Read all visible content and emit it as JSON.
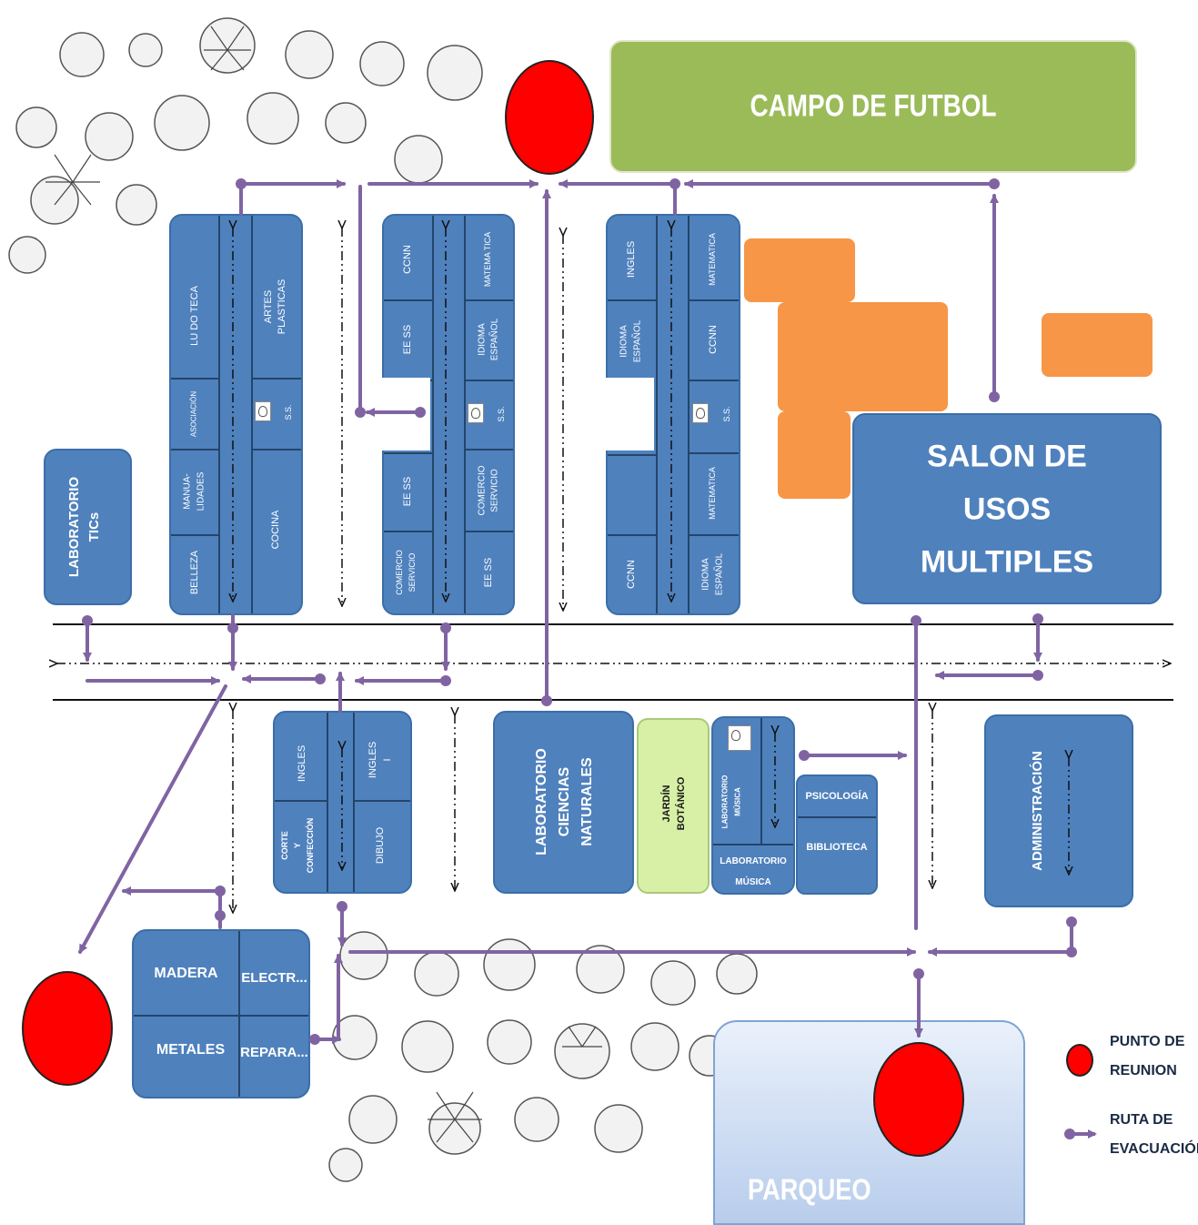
{
  "campo": "CAMPO DE FUTBOL",
  "salon": [
    "SALON DE",
    "USOS",
    "MULTIPLES"
  ],
  "parqueo": "PARQUEO",
  "lab_tics": [
    "LABORATORIO",
    "TICs"
  ],
  "lab_ciencias": [
    "LABORATORIO",
    "CIENCIAS",
    "NATURALES"
  ],
  "jardin": [
    "JARDÍN",
    "BOTÁNICO"
  ],
  "administracion": "ADMINISTRACIÓN",
  "block1": {
    "ludoteca": "LU DO TECA",
    "artes": [
      "ARTES",
      "PLASTICAS"
    ],
    "asociacion": "ASOCIACIÓN",
    "ss": "S.S.",
    "manualidades": [
      "MANUA-",
      "LIDADES"
    ],
    "belleza": "BELLEZA",
    "cocina": "COCINA"
  },
  "block2": {
    "ccnn": "CCNN",
    "matematica": "MATEMA TICA",
    "ees1": "EE SS",
    "idioma": [
      "IDIOMA",
      "ESPAÑOL"
    ],
    "ss": "S.S.",
    "ees2": "EE SS",
    "comercio_r": [
      "COMERCIO",
      "SERVICIO"
    ],
    "comercio_l": [
      "COMERCIO",
      "SERVICIO"
    ],
    "ees3": "EE SS"
  },
  "block3": {
    "ingles": "INGLES",
    "matematica1": "MATEMATICA",
    "idioma1": [
      "IDIOMA",
      "ESPAÑOL"
    ],
    "ccnn1": "CCNN",
    "ss": "S.S.",
    "matematica2": "MATEMATICA",
    "ccnn2": "CCNN",
    "idioma2": [
      "IDIOMA",
      "ESPAÑOL"
    ]
  },
  "block4": {
    "ingles1": "INGLES",
    "ingles2": [
      "INGLES",
      "I"
    ],
    "corte": [
      "CORTE",
      "Y",
      "CONFECCIÓN"
    ],
    "dibujo": "DIBUJO"
  },
  "musica": {
    "lab_musica_v": [
      "LABORATORIO",
      "MÚSICA"
    ],
    "lab_musica_h": [
      "LABORATORIO",
      "MÚSICA"
    ],
    "psicologia": "PSICOLOGÍA",
    "biblioteca": "BIBLIOTECA"
  },
  "talleres": {
    "madera": "MADERA",
    "electr": "ELECTR...",
    "metales": "METALES",
    "repara": "REPARA..."
  },
  "legend": {
    "punto": [
      "PUNTO DE",
      "REUNION"
    ],
    "ruta": [
      "RUTA DE",
      "EVACUACIÓN"
    ]
  },
  "colors": {
    "building": "#4f81bd",
    "field": "#9bbb59",
    "garden": "#d7f0a6",
    "orange": "#f79646",
    "parking": "#c6d9f1",
    "route": "#8064a2",
    "meeting_point": "#ff0000"
  }
}
